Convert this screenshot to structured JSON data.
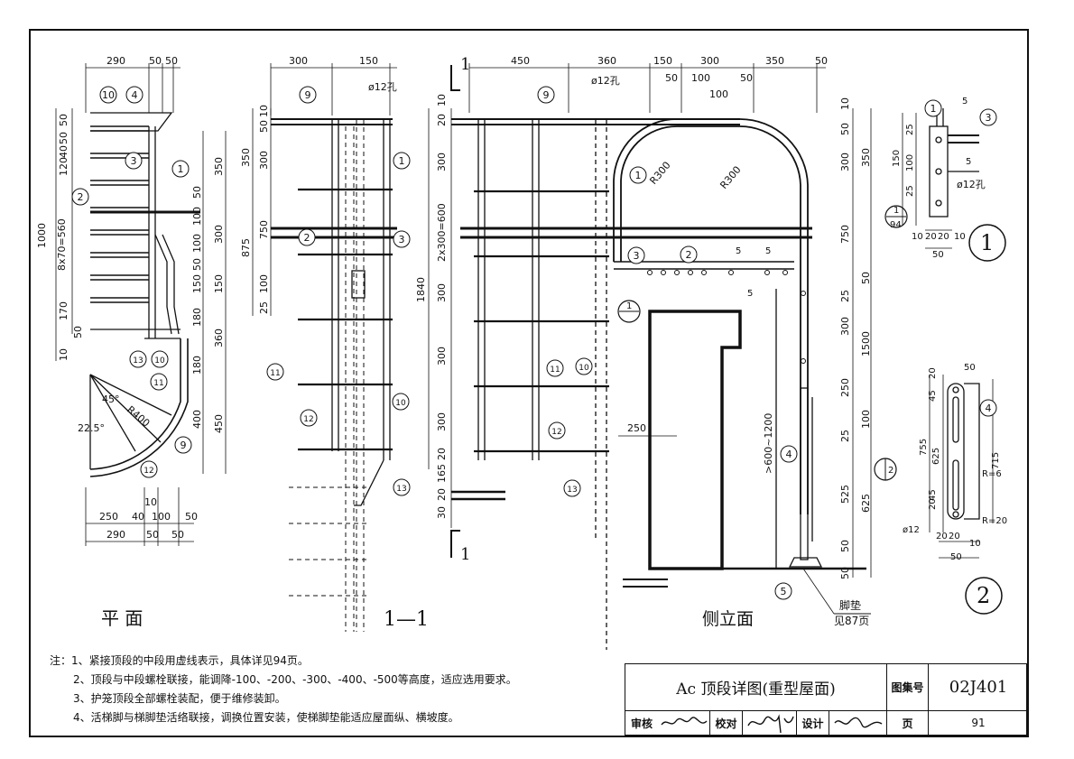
{
  "views": {
    "plan_title": "平  面",
    "section_title": "1—1",
    "side_title": "侧立面",
    "section_mark": "1",
    "detail1_mark": "1",
    "detail2_mark": "2"
  },
  "plan_dims": {
    "top": [
      "290",
      "50",
      "50"
    ],
    "bottom1": [
      "250",
      "40",
      "100",
      "50"
    ],
    "bottom2": [
      "290",
      "50",
      "50"
    ],
    "bottom_small": "10",
    "left_total": "1000",
    "left_sub": "8x70=560",
    "left_parts": [
      "50",
      "50",
      "40",
      "120",
      "170",
      "50",
      "10"
    ],
    "right_parts": [
      "350",
      "50",
      "100",
      "100",
      "50",
      "150",
      "180",
      "180",
      "400"
    ],
    "right_outer": [
      "300",
      "150",
      "360",
      "450"
    ],
    "angle1": "45°",
    "angle2": "22.5°",
    "radius": "R400"
  },
  "section_dims": {
    "top": [
      "300",
      "150"
    ],
    "hole": "ø12孔",
    "left_parts": [
      "10",
      "50",
      "300",
      "750",
      "100",
      "25"
    ],
    "left_outer": [
      "350",
      "875"
    ]
  },
  "side_dims": {
    "top": [
      "450",
      "360",
      "150",
      "300",
      "350",
      "50"
    ],
    "top2": [
      "50",
      "100",
      "50",
      "100"
    ],
    "hole": "ø12孔",
    "r1": "R300",
    "r2": "R300",
    "left": [
      "20",
      "10",
      "300",
      "2x300=600",
      "300",
      "300",
      "300",
      "20",
      "165",
      "20",
      "30"
    ],
    "left_total": "1840",
    "right_inner": [
      "10",
      "50",
      "300",
      "750",
      "50",
      "25",
      "300",
      "250",
      "25",
      "100",
      "525",
      "50",
      "50"
    ],
    "right_outer": [
      "350",
      "1500",
      "625"
    ],
    "span": "250",
    "height_range": ">600~1200",
    "weld": "5",
    "foot_label": "脚垫",
    "foot_ref": "见87页",
    "detail_ref": "94"
  },
  "detail1": {
    "dims": [
      "25",
      "150",
      "100",
      "25",
      "10",
      "20",
      "20",
      "10",
      "50"
    ],
    "hole": "ø12孔",
    "weld": "5",
    "ref_top": "1",
    "ref_bottom": "94"
  },
  "detail2": {
    "dims": [
      "20",
      "50",
      "45",
      "755",
      "625",
      "715",
      "20",
      "45",
      "20",
      "20",
      "10",
      "50"
    ],
    "r6": "R=6",
    "r20": "R=20",
    "dia": "ø12"
  },
  "callouts": [
    "1",
    "2",
    "3",
    "4",
    "5",
    "9",
    "10",
    "11",
    "12",
    "13"
  ],
  "notes": [
    "注：1、紧接顶段的中段用虚线表示，具体详见94页。",
    "2、顶段与中段螺栓联接，能调降-100、-200、-300、-400、-500等高度，适应选用要求。",
    "3、护笼顶段全部螺栓装配，便于维修装卸。",
    "4、活梯脚与梯脚垫活络联接，调换位置安装，使梯脚垫能适应屋面纵、横坡度。"
  ],
  "title_block": {
    "title": "Ac 顶段详图(重型屋面)",
    "atlas_label": "图集号",
    "atlas_no": "02J401",
    "review": "审核",
    "check": "校对",
    "design": "设计",
    "page_label": "页",
    "page_no": "91"
  }
}
